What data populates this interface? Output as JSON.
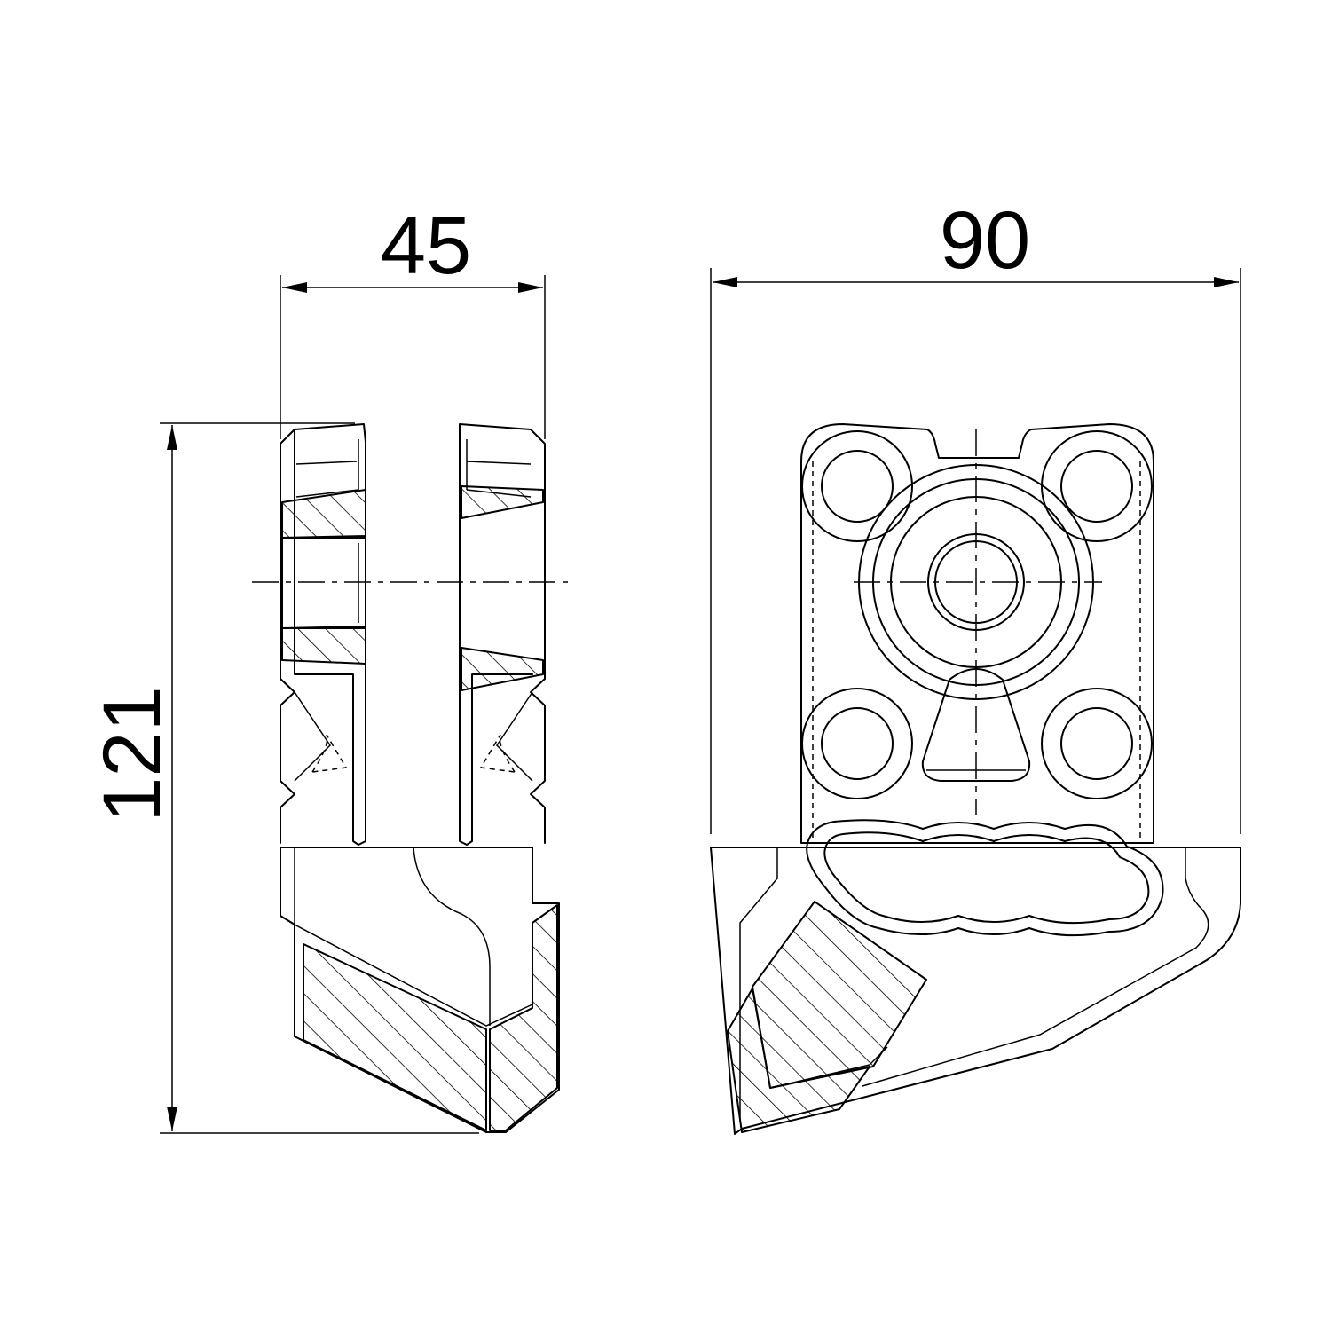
{
  "dimensions": {
    "width_side": "45",
    "width_front": "90",
    "height": "121"
  }
}
